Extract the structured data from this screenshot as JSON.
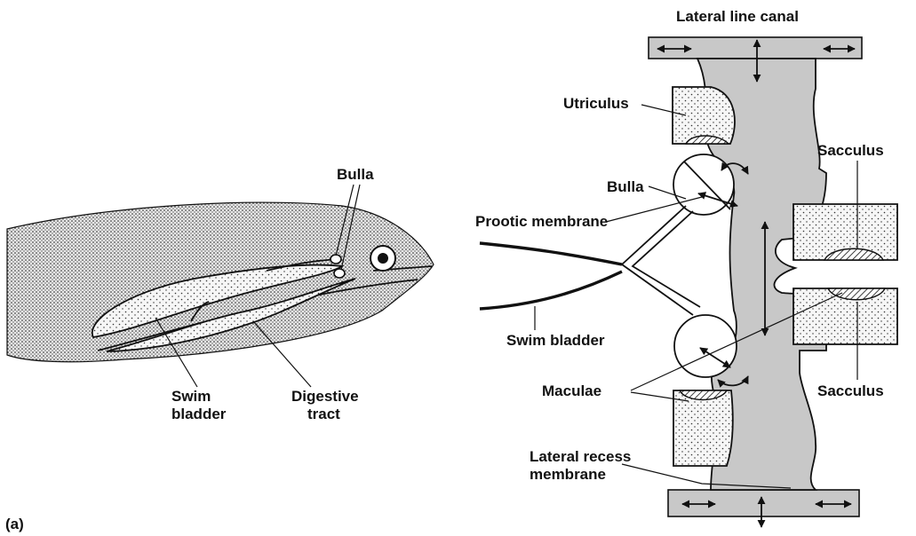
{
  "labels": {
    "bulla_fish": "Bulla",
    "swim_bladder_line1": "Swim",
    "swim_bladder_line2": "bladder",
    "digestive_line1": "Digestive",
    "digestive_line2": "tract",
    "panel": "(a)",
    "lateral_line_canal": "Lateral line canal",
    "utriculus": "Utriculus",
    "sacculus_top": "Sacculus",
    "bulla_ear": "Bulla",
    "prootic_membrane": "Prootic membrane",
    "swim_bladder_ear": "Swim bladder",
    "maculae": "Maculae",
    "sacculus_bottom": "Sacculus",
    "lateral_recess_line1": "Lateral recess",
    "lateral_recess_line2": "membrane"
  },
  "colors": {
    "ink": "#111111",
    "canal_fill": "#c8c8c8",
    "stipple_bg": "#f4f4f4"
  }
}
